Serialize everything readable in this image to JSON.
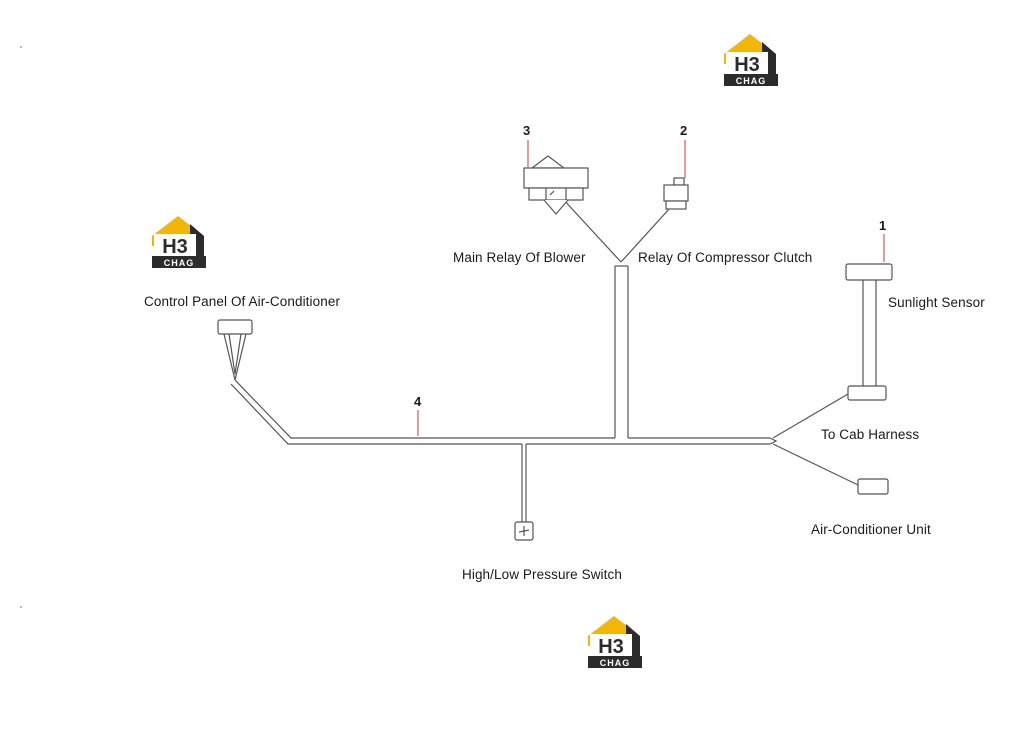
{
  "logo": {
    "big_text": "H3",
    "small_text": "CHAG"
  },
  "colors": {
    "logo_yellow": "#f2b705",
    "logo_dark": "#2b2b2b",
    "callout_red": "#e05555",
    "wire": "#555555"
  },
  "callouts": {
    "c1": "1",
    "c2": "2",
    "c3": "3",
    "c4": "4"
  },
  "labels": {
    "main_relay": "Main Relay Of Blower",
    "compressor_relay": "Relay Of Compressor Clutch",
    "sunlight_sensor": "Sunlight Sensor",
    "control_panel": "Control Panel Of Air-Conditioner",
    "cab_harness": "To Cab Harness",
    "ac_unit": "Air-Conditioner Unit",
    "pressure_switch": "High/Low Pressure Switch"
  }
}
